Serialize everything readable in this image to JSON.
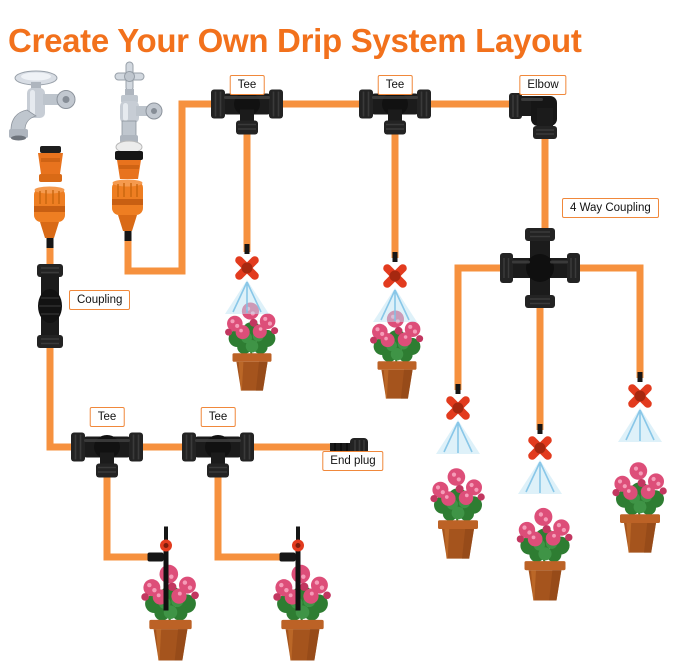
{
  "title": "Create Your Own Drip System Layout",
  "labels": {
    "tee_top_1": "Tee",
    "tee_top_2": "Tee",
    "elbow": "Elbow",
    "four_way_coupling": "4 Way Coupling",
    "coupling": "Coupling",
    "tee_bottom_1": "Tee",
    "tee_bottom_2": "Tee",
    "end_plug": "End plug"
  },
  "colors": {
    "title": "#F2711C",
    "tube": "#F6913E",
    "label_border": "#F0883B",
    "fitting_black": "#1B1B1B",
    "dripper_red": "#E23B1E",
    "spray_blue": "#BEE3F4",
    "pot_terracotta": "#A5541D",
    "flower_pink": "#DD4E79",
    "foliage_green": "#2E7D32",
    "connector_orange": "#EE7E22"
  },
  "icons": {
    "faucet_lever": "faucet-lever-icon",
    "faucet_cross": "faucet-cross-icon",
    "tap_adapter": "tap-adapter-icon",
    "quick_connector": "hose-quick-connector-icon",
    "tee": "tee-fitting-icon",
    "elbow": "elbow-fitting-icon",
    "four_way": "four-way-coupling-icon",
    "coupling": "coupling-fitting-icon",
    "end_plug": "end-plug-icon",
    "dripper": "sprinkler-dripper-icon",
    "stake_dripper": "stake-dripper-icon",
    "spray": "spray-mist-icon",
    "plant": "potted-flower-plant"
  }
}
